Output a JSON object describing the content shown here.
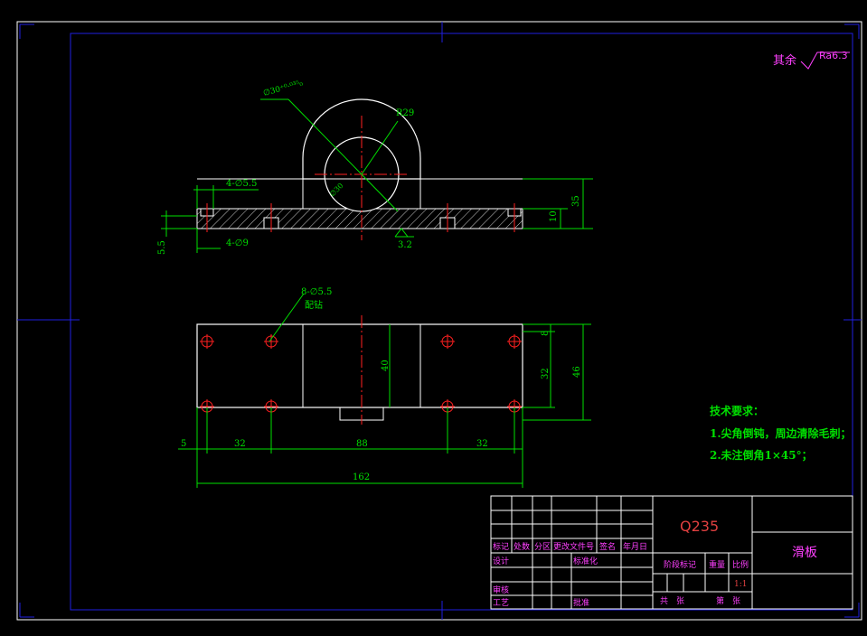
{
  "colors": {
    "background": "#000000",
    "outer_border": "#ffffff",
    "inner_border": "#1f1fe0",
    "part": "#ffffff",
    "dimension": "#00e000",
    "center": "#ff2020",
    "annotation": "#ff40ff",
    "material": "#e04040"
  },
  "surface_finish": {
    "label": "其余",
    "value": "Ra6.3"
  },
  "front_view": {
    "bore_tolerance": "∅30⁺⁰·⁰³⁵₀",
    "radius": "R29",
    "hole_callout": "4-∅5.5",
    "counterbore": "4-∅9",
    "bore_diameter": "∅30",
    "height_total": "35",
    "height_base": "10",
    "depth": "5.5",
    "roughness": "3.2"
  },
  "top_view": {
    "hole_callout": "8-∅5.5",
    "note": "配钻",
    "dim_5": "5",
    "dim_32_left": "32",
    "dim_88": "88",
    "dim_32_right": "32",
    "dim_162": "162",
    "dim_8": "8",
    "dim_40": "40",
    "dim_32_v": "32",
    "dim_46": "46"
  },
  "tech_requirements": {
    "title": "技术要求：",
    "item1": "1.尖角倒钝，周边清除毛刺；",
    "item2": "2.未注倒角1×45°；"
  },
  "title_block": {
    "material": "Q235",
    "part_name": "滑板",
    "mark": "标记",
    "count": "处数",
    "zone": "分区",
    "change_doc": "更改文件号",
    "signature": "签名",
    "date": "年月日",
    "design": "设计",
    "standardize": "标准化",
    "stage_mark": "阶段标记",
    "weight": "重量",
    "scale": "比例",
    "scale_value": "1:1",
    "review": "审核",
    "process": "工艺",
    "approve": "批准",
    "total": "共　张",
    "sheet": "第　张"
  }
}
